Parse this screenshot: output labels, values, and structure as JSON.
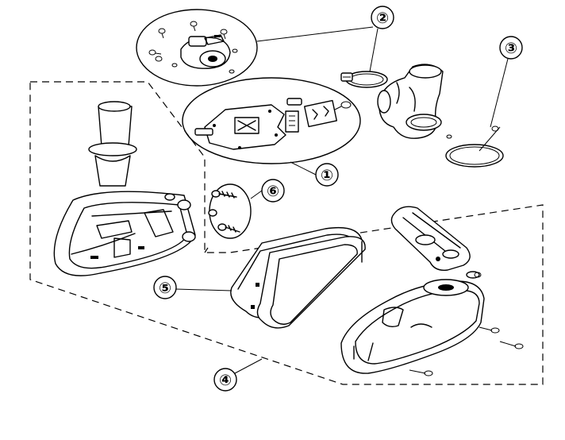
{
  "diagram": {
    "callouts": [
      {
        "id": "1",
        "label": "①"
      },
      {
        "id": "2",
        "label": "②"
      },
      {
        "id": "3",
        "label": "③"
      },
      {
        "id": "4",
        "label": "④"
      },
      {
        "id": "5",
        "label": "⑤"
      },
      {
        "id": "6",
        "label": "⑥"
      }
    ]
  }
}
